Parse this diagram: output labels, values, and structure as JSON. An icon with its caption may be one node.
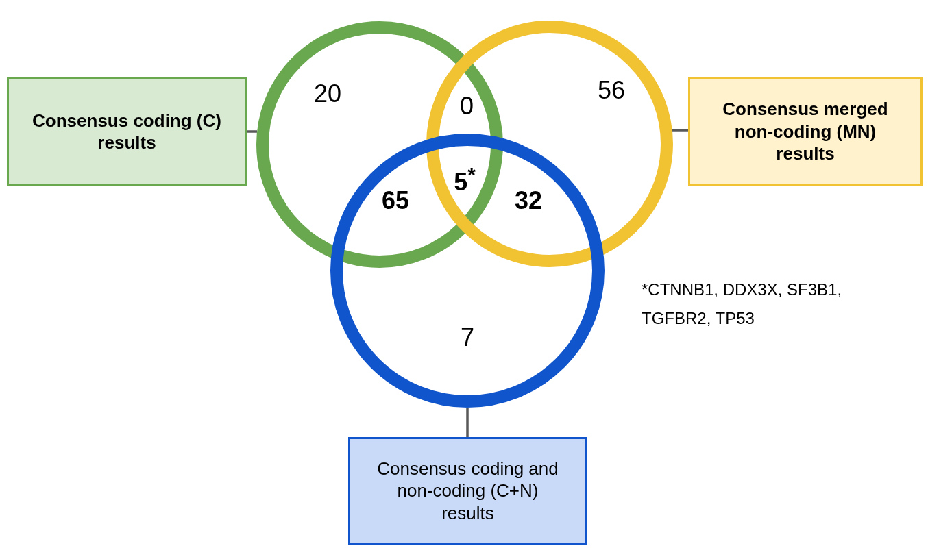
{
  "diagram": {
    "nodes": [
      {
        "text": [],
        "shape": "circle"
      },
      {
        "text": [],
        "shape": "circle"
      },
      {
        "text": [],
        "shape": "circle"
      },
      {
        "text": [
          "Consensus coding (C) results"
        ]
      },
      {
        "text": [
          "Consensus merged non-coding (MN) results"
        ]
      },
      {
        "text": [
          "Consensus coding and non-coding (C+N) results"
        ]
      }
    ],
    "edges": [
      {
        "from": 3,
        "to": 0,
        "arrow": "none"
      },
      {
        "from": 4,
        "to": 1,
        "arrow": "none"
      },
      {
        "from": 5,
        "to": 2,
        "arrow": "none"
      }
    ],
    "labels": [
      "20",
      "0",
      "56",
      "5$^{*}$",
      "65",
      "32",
      "7",
      "*CTNNB1, DDX3X, SF3B1, TGFBR2, TP53"
    ]
  }
}
